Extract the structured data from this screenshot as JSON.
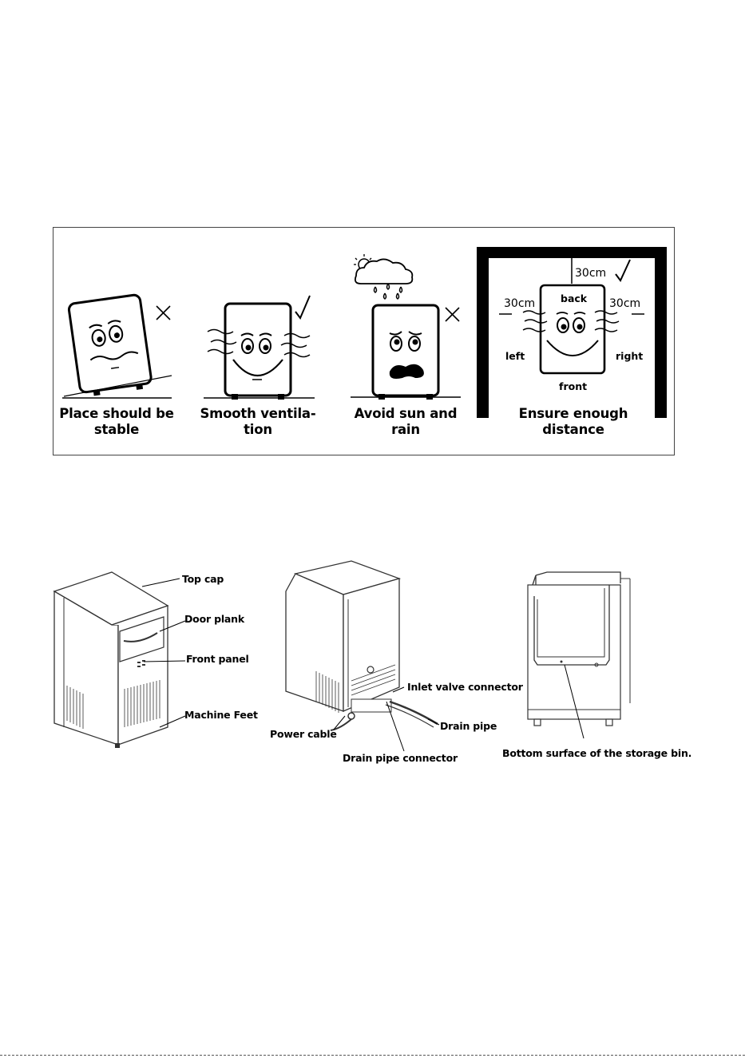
{
  "placement": {
    "panels": [
      {
        "id": "stable",
        "caption_line1": "Place should be",
        "caption_line2": "stable",
        "mark": "cross",
        "icon": "tilted-machine-icon"
      },
      {
        "id": "ventilation",
        "caption_line1": "Smooth ventila-",
        "caption_line2": "tion",
        "mark": "check",
        "icon": "ventilated-machine-icon"
      },
      {
        "id": "sun-rain",
        "caption_line1": "Avoid sun and",
        "caption_line2": "rain",
        "mark": "cross",
        "icon": "sun-rain-machine-icon"
      },
      {
        "id": "distance",
        "caption_line1": "Ensure enough",
        "caption_line2": "distance",
        "mark": "check",
        "icon": "clearance-machine-icon"
      }
    ],
    "clearance": {
      "top_value": "30cm",
      "left_value": "30cm",
      "right_value": "30cm",
      "back_label": "back",
      "left_label": "left",
      "right_label": "right",
      "front_label": "front"
    }
  },
  "parts": {
    "front_view": [
      "Top cap",
      "Door plank",
      "Front panel",
      "Machine Feet"
    ],
    "rear_view": {
      "inlet": "Inlet valve connector",
      "power": "Power cable",
      "drain_pipe": "Drain pipe",
      "drain_connector": "Drain pipe connector"
    },
    "side_view": {
      "bin_bottom": "Bottom surface of the storage bin."
    }
  },
  "colors": {
    "ink": "#000000",
    "paper": "#ffffff",
    "frame": "#555555"
  }
}
